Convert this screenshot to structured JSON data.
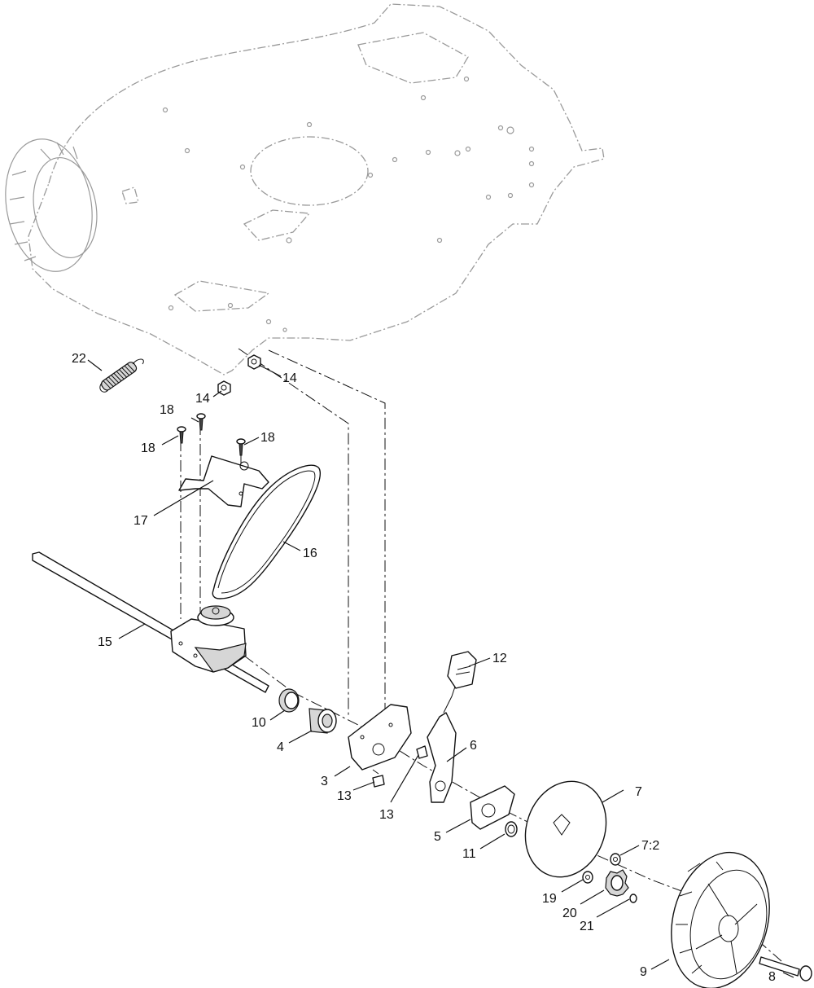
{
  "callouts": [
    {
      "id": "c22",
      "label": "22"
    },
    {
      "id": "c14a",
      "label": "14"
    },
    {
      "id": "c14b",
      "label": "14"
    },
    {
      "id": "c18a",
      "label": "18"
    },
    {
      "id": "c18b",
      "label": "18"
    },
    {
      "id": "c18c",
      "label": "18"
    },
    {
      "id": "c17",
      "label": "17"
    },
    {
      "id": "c16",
      "label": "16"
    },
    {
      "id": "c15",
      "label": "15"
    },
    {
      "id": "c12",
      "label": "12"
    },
    {
      "id": "c10",
      "label": "10"
    },
    {
      "id": "c6",
      "label": "6"
    },
    {
      "id": "c4",
      "label": "4"
    },
    {
      "id": "c7",
      "label": "7"
    },
    {
      "id": "c3",
      "label": "3"
    },
    {
      "id": "c13a",
      "label": "13"
    },
    {
      "id": "c13b",
      "label": "13"
    },
    {
      "id": "c72",
      "label": "7:2"
    },
    {
      "id": "c5",
      "label": "5"
    },
    {
      "id": "c11",
      "label": "11"
    },
    {
      "id": "c19",
      "label": "19"
    },
    {
      "id": "c20",
      "label": "20"
    },
    {
      "id": "c21",
      "label": "21"
    },
    {
      "id": "c9",
      "label": "9"
    },
    {
      "id": "c8",
      "label": "8"
    }
  ]
}
